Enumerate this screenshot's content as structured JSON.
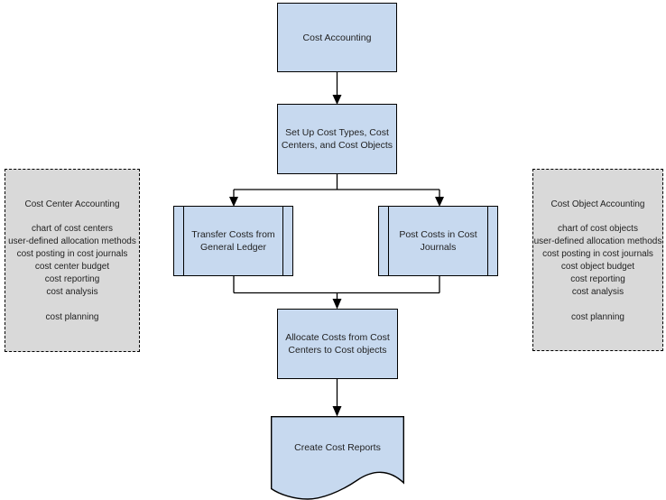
{
  "diagram": {
    "colors": {
      "node_fill": "#C7D9EF",
      "node_border": "#000000",
      "panel_fill": "#D9D9D9",
      "panel_border": "#000000",
      "connector": "#000000"
    },
    "nodes": {
      "cost_accounting": {
        "shape": "process",
        "lines": [
          "Cost Accounting"
        ]
      },
      "setup": {
        "shape": "process",
        "lines": [
          "Set Up Cost Types, Cost",
          "Centers, and Cost Objects"
        ]
      },
      "transfer": {
        "shape": "predefined-process",
        "lines": [
          "Transfer Costs from",
          "General Ledger"
        ]
      },
      "post": {
        "shape": "predefined-process",
        "lines": [
          "Post Costs in Cost",
          "Journals"
        ]
      },
      "allocate": {
        "shape": "process",
        "lines": [
          "Allocate Costs from Cost",
          "Centers to Cost objects"
        ]
      },
      "create_reports": {
        "shape": "document",
        "lines": [
          "Create Cost Reports"
        ]
      }
    },
    "panels": {
      "cost_center": {
        "title": "Cost Center Accounting",
        "items": [
          "chart of cost centers",
          "user-defined allocation methods",
          "cost posting in cost journals",
          "cost center budget",
          "cost reporting",
          "cost analysis"
        ],
        "footer_item": "cost planning"
      },
      "cost_object": {
        "title": "Cost Object Accounting",
        "items": [
          "chart of cost objects",
          "user-defined allocation methods",
          "cost posting in cost journals",
          "cost object budget",
          "cost reporting",
          "cost analysis"
        ],
        "footer_item": "cost planning"
      }
    }
  }
}
